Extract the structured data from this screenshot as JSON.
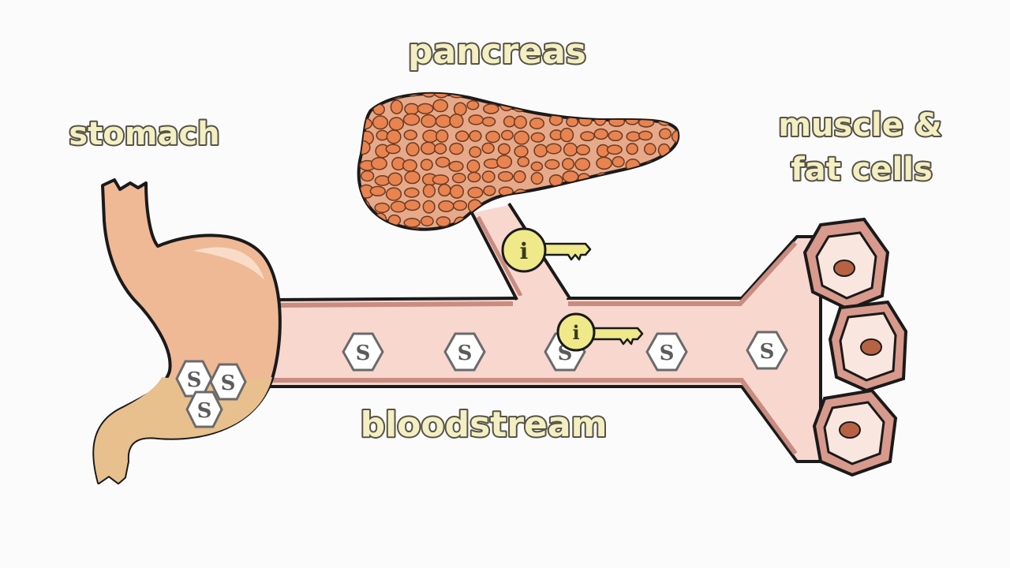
{
  "labels": {
    "pancreas": "pancreas",
    "stomach": "stomach",
    "muscle_line1": "muscle &",
    "muscle_line2": "fat cells",
    "bloodstream": "bloodstream"
  },
  "sugar_symbol": "S",
  "insulin_symbol": "i",
  "colors": {
    "background": "#fbfbfb",
    "label_fill": "#f3efc2",
    "outline": "#1a1a1a",
    "vessel": "#f7d7ce",
    "vessel_edge": "#c98c80",
    "stomach": "#efb996",
    "stomach_lower": "#e8c08e",
    "pancreas_cells": "#e9834f",
    "cell_membrane": "#d89a8c",
    "nucleus": "#b76243",
    "insulin_key": "#efe98a"
  }
}
